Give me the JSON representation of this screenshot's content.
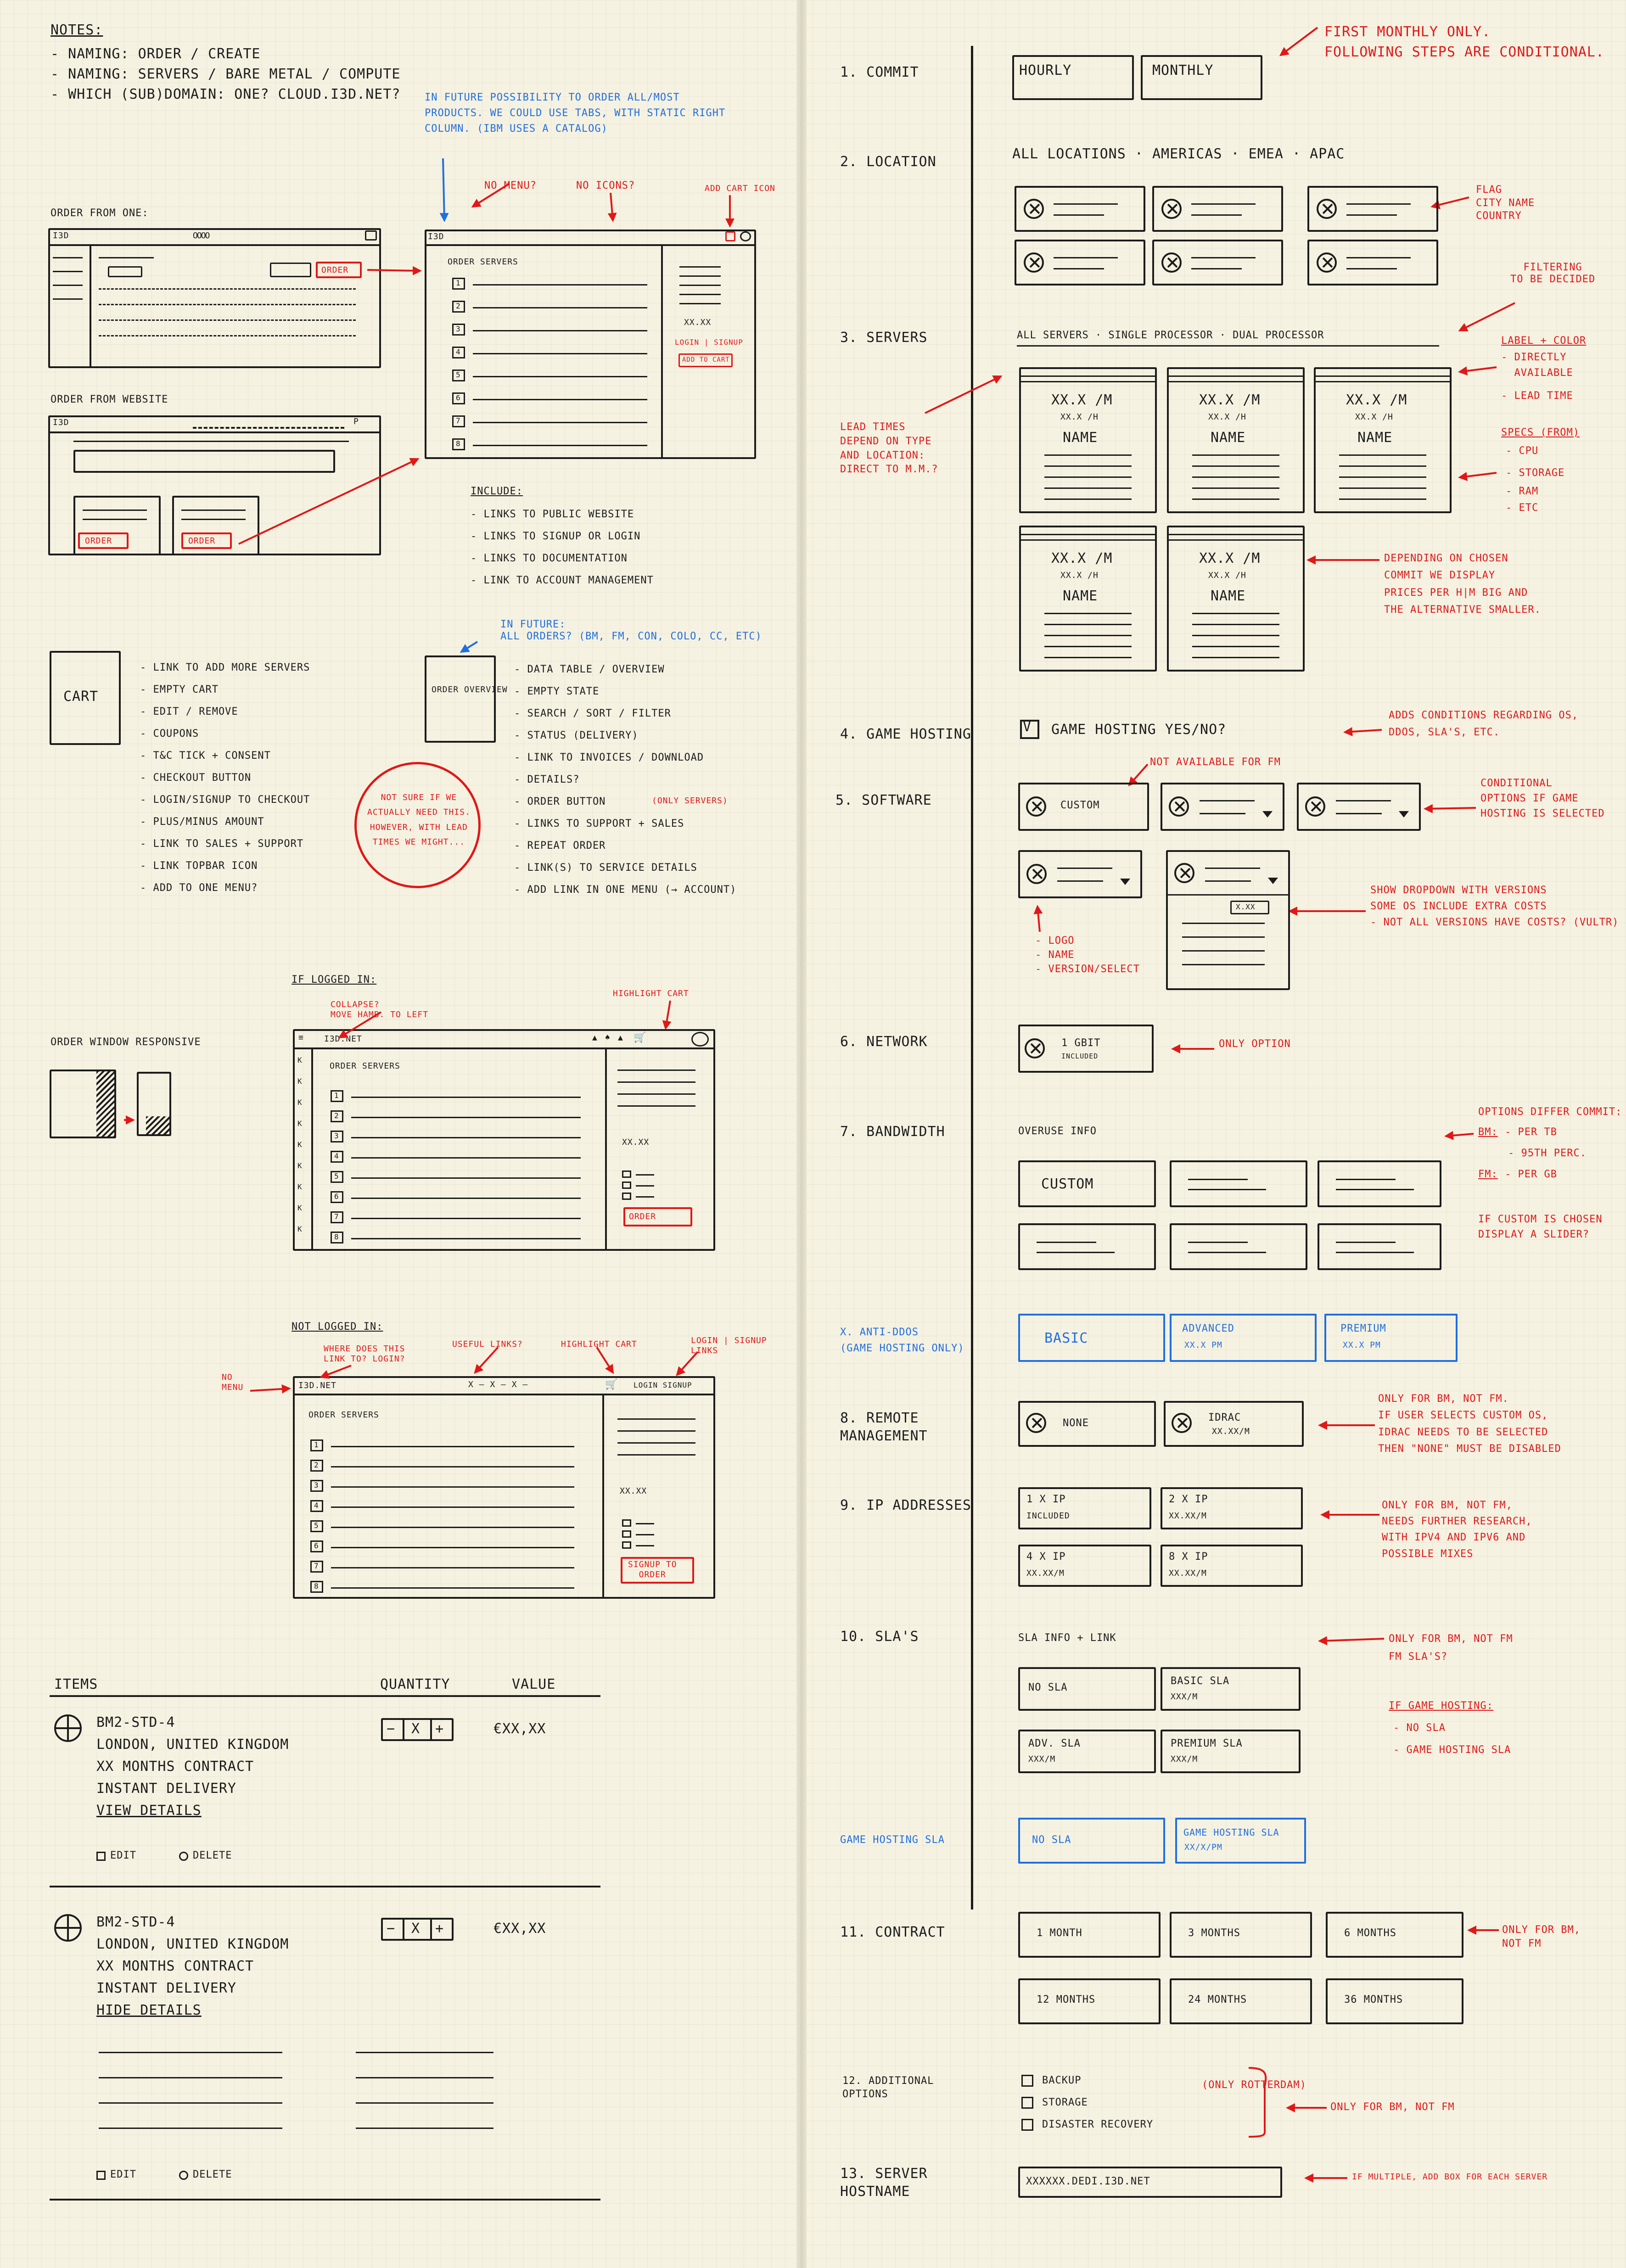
{
  "notes": {
    "heading": "Notes:",
    "items": [
      "- Naming: Order / Create",
      "- Naming: Servers / Bare Metal / Compute",
      "- Which (sub)domain: One? cloud.i3d.net?"
    ]
  },
  "order_from_one": {
    "label": "Order from One:",
    "window_title": "i3D",
    "order_button": "Order",
    "future_note": "In future possibility to order all/most\nproducts. We could use tabs, with static right\ncolumn. (IBM uses a catalog)",
    "no_menu": "No menu?",
    "no_icons": "No icons?",
    "add_cart_icon": "Add cart icon",
    "panel_title": "i3D",
    "panel_heading": "Order Servers",
    "step_numbers": [
      "1",
      "2",
      "3",
      "4",
      "5",
      "6",
      "7",
      "8"
    ],
    "price": "xx.xx",
    "login_signup": "Login | signup",
    "add_to_cart": "Add to cart"
  },
  "order_from_website": {
    "label": "Order from website",
    "window_title": "i3D",
    "window_search": "P",
    "order_buttons": [
      "Order",
      "Order"
    ]
  },
  "include": {
    "heading": "Include:",
    "items": [
      "- Links to public website",
      "- Links to signup or login",
      "- Links to documentation",
      "- Link to account management"
    ]
  },
  "cart": {
    "label": "Cart",
    "items": [
      "- Link to add more servers",
      "- Empty cart",
      "- Edit / remove",
      "- Coupons",
      "- T&C tick + consent",
      "- Checkout button",
      "- Login/signup to checkout",
      "- Plus/minus amount",
      "- Link to sales + support",
      "- Link topbar icon",
      "- Add to one menu?"
    ]
  },
  "order_overview": {
    "label": "Order overview",
    "future_note": "In future:\nall orders? (BM, FM, con, colo, cc, etc)",
    "items": [
      "- Data table / overview",
      "- Empty state",
      "- Search / sort / filter",
      "- Status (delivery)",
      "- Link to invoices / download",
      "- Details?",
      "- Order button",
      "- Links to support + sales",
      "- Repeat order",
      "- Link(s) to service details",
      "- Add link in one menu (→ account)"
    ],
    "order_button_note": "(only servers)",
    "circle_note": "Not sure if we\nactually need this.\nHowever, with lead\ntimes we might..."
  },
  "responsive": {
    "label": "Order window responsive"
  },
  "logged_in": {
    "label": "If logged in:",
    "collapse_note": "Collapse?\nmove hamb. to left",
    "highlight_cart": "Highlight cart",
    "site_title": "i3D.net",
    "panel_heading": "Order Servers",
    "step_numbers": [
      "1",
      "2",
      "3",
      "4",
      "5",
      "6",
      "7",
      "8"
    ],
    "price": "xx.xx",
    "order_button": "Order"
  },
  "not_logged_in": {
    "label": "Not logged in:",
    "no_menu": "No\nmenu",
    "where_note": "Where does this\nlink to? Login?",
    "useful_links": "Useful links?",
    "highlight_cart": "Highlight cart",
    "login_signup_links": "Login | signup\nlinks",
    "site_title": "i3D.net",
    "nav_marks": "x — x — x —",
    "login_signup": "Login  Signup",
    "panel_heading": "Order Servers",
    "step_numbers": [
      "1",
      "2",
      "3",
      "4",
      "5",
      "6",
      "7",
      "8"
    ],
    "price": "xx.xx",
    "signup_button": "Signup to\norder"
  },
  "cart_table": {
    "headers": [
      "Items",
      "Quantity",
      "Value"
    ],
    "rows": [
      {
        "name": "BM2-STD-4",
        "location": "London, United Kingdom",
        "contract": "xx months contract",
        "delivery": "Instant delivery",
        "link": "View details",
        "qty": "x",
        "value": "€xx,xx",
        "edit": "Edit",
        "delete": "Delete"
      },
      {
        "name": "BM2-STD-4",
        "location": "London, United Kingdom",
        "contract": "xx months contract",
        "delivery": "Instant delivery",
        "link": "Hide details",
        "qty": "x",
        "value": "€xx,xx",
        "edit": "Edit",
        "delete": "Delete"
      }
    ]
  },
  "steps": {
    "commit": {
      "label": "1. Commit",
      "options": [
        "Hourly",
        "Monthly"
      ],
      "note": "First monthly only.\nFollowing steps are conditional."
    },
    "location": {
      "label": "2. Location",
      "tabs": "All locations  ·  Americas  ·  EMEA  ·  APAC",
      "note": "Flag\ncity name\ncountry"
    },
    "servers": {
      "label": "3. Servers",
      "tabs": "All servers   ·   Single processor   ·   Dual processor",
      "filter_note": "Filtering\nto be decided",
      "label_note_heading": "Label + color",
      "label_note_items": [
        "- Directly",
        "  available",
        "- Lead time"
      ],
      "specs_heading": "Specs (from)",
      "specs_items": [
        "- CPU",
        "- Storage",
        "- RAM",
        "- ETC"
      ],
      "lead_note": "Lead times\ndepend on type\nand location:\ndirect to m.m.?",
      "price_note": "Depending on chosen\ncommit we display\nprices per h|m big and\nthe alternative smaller.",
      "card_price": "XX.X /m",
      "card_alt": "xx.x /H",
      "card_name": "Name"
    },
    "game_hosting": {
      "label": "4. Game hosting",
      "option": "Game hosting yes/no?",
      "note": "Adds conditions regarding os,\nddos, sla's, etc."
    },
    "software": {
      "label": "5. Software",
      "custom": "Custom",
      "not_available": "Not available for FM",
      "cond_note": "Conditional\noptions if game\nhosting is selected",
      "dropdown_note": "Show dropdown with versions\nsome os include extra costs\n- Not all versions have costs? (vultr)",
      "dropdown_value": "x.xx",
      "logo_note": "- Logo\n- Name\n- Version/select"
    },
    "network": {
      "label": "6. Network",
      "option": "1 Gbit",
      "option_sub": "included",
      "note": "Only option"
    },
    "bandwidth": {
      "label": "7. Bandwidth",
      "info": "Overuse info",
      "custom": "Custom",
      "note_heading": "Options differ commit:",
      "note_bm": "BM:",
      "note_bm_items": [
        "- per TB",
        "- 95th perc."
      ],
      "note_fm": "FM:",
      "note_fm_item": "- per GB",
      "slider_note": "If custom is chosen\ndisplay a slider?"
    },
    "anti_ddos": {
      "label": "X. Anti-DDoS\n(game hosting only)",
      "basic": "Basic",
      "advanced": "Advanced",
      "advanced_price": "xx.x pm",
      "premium": "Premium",
      "premium_price": "xx.x pm"
    },
    "remote": {
      "label": "8. Remote\nmanagement",
      "none": "None",
      "idrac": "iDRAC",
      "idrac_price": "xx.xx/m",
      "note": "Only for BM, not FM.\nIf user selects custom os,\niDRAC needs to be selected\nthen \"None\" must be disabled"
    },
    "ip": {
      "label": "9. IP addresses",
      "options": [
        {
          "t": "1 x IP",
          "s": "included"
        },
        {
          "t": "2 x IP",
          "s": "xx.xx/m"
        },
        {
          "t": "4 x IP",
          "s": "xx.xx/m"
        },
        {
          "t": "8 x IP",
          "s": "xx.xx/m"
        }
      ],
      "note": "Only for BM, not FM,\nneeds further research,\nwith IPv4 and IPv6 and\npossible mixes"
    },
    "sla": {
      "label": "10. SLA's",
      "info": "SLA info + link",
      "options": [
        {
          "t": "No SLA",
          "s": ""
        },
        {
          "t": "Basic SLA",
          "s": "xxx/m"
        },
        {
          "t": "Adv. SLA",
          "s": "xxx/m"
        },
        {
          "t": "Premium SLA",
          "s": "xxx/m"
        }
      ],
      "note": "Only for BM, not FM\nFM SLA's?",
      "game_heading": "If game hosting:",
      "game_items": [
        "- No SLA",
        "- Game hosting SLA"
      ]
    },
    "game_sla": {
      "label": "Game hosting SLA",
      "no_sla": "No SLA",
      "gh_sla": "Game hosting SLA",
      "gh_price": "xx/x/pm"
    },
    "contract": {
      "label": "11. Contract",
      "options": [
        "1 month",
        "3 months",
        "6 months",
        "12 months",
        "24 months",
        "36 months"
      ],
      "note": "Only for BM,\nnot FM"
    },
    "additional": {
      "label": "12. Additional\noptions",
      "options": [
        "Backup",
        "Storage",
        "Disaster recovery"
      ],
      "backup_note": "(only Rotterdam)",
      "note": "Only for BM, not FM"
    },
    "hostname": {
      "label": "13. Server\nhostname",
      "value": "xxxxxx.dedi.i3d.net",
      "note": "If multiple, add box for each server"
    }
  }
}
